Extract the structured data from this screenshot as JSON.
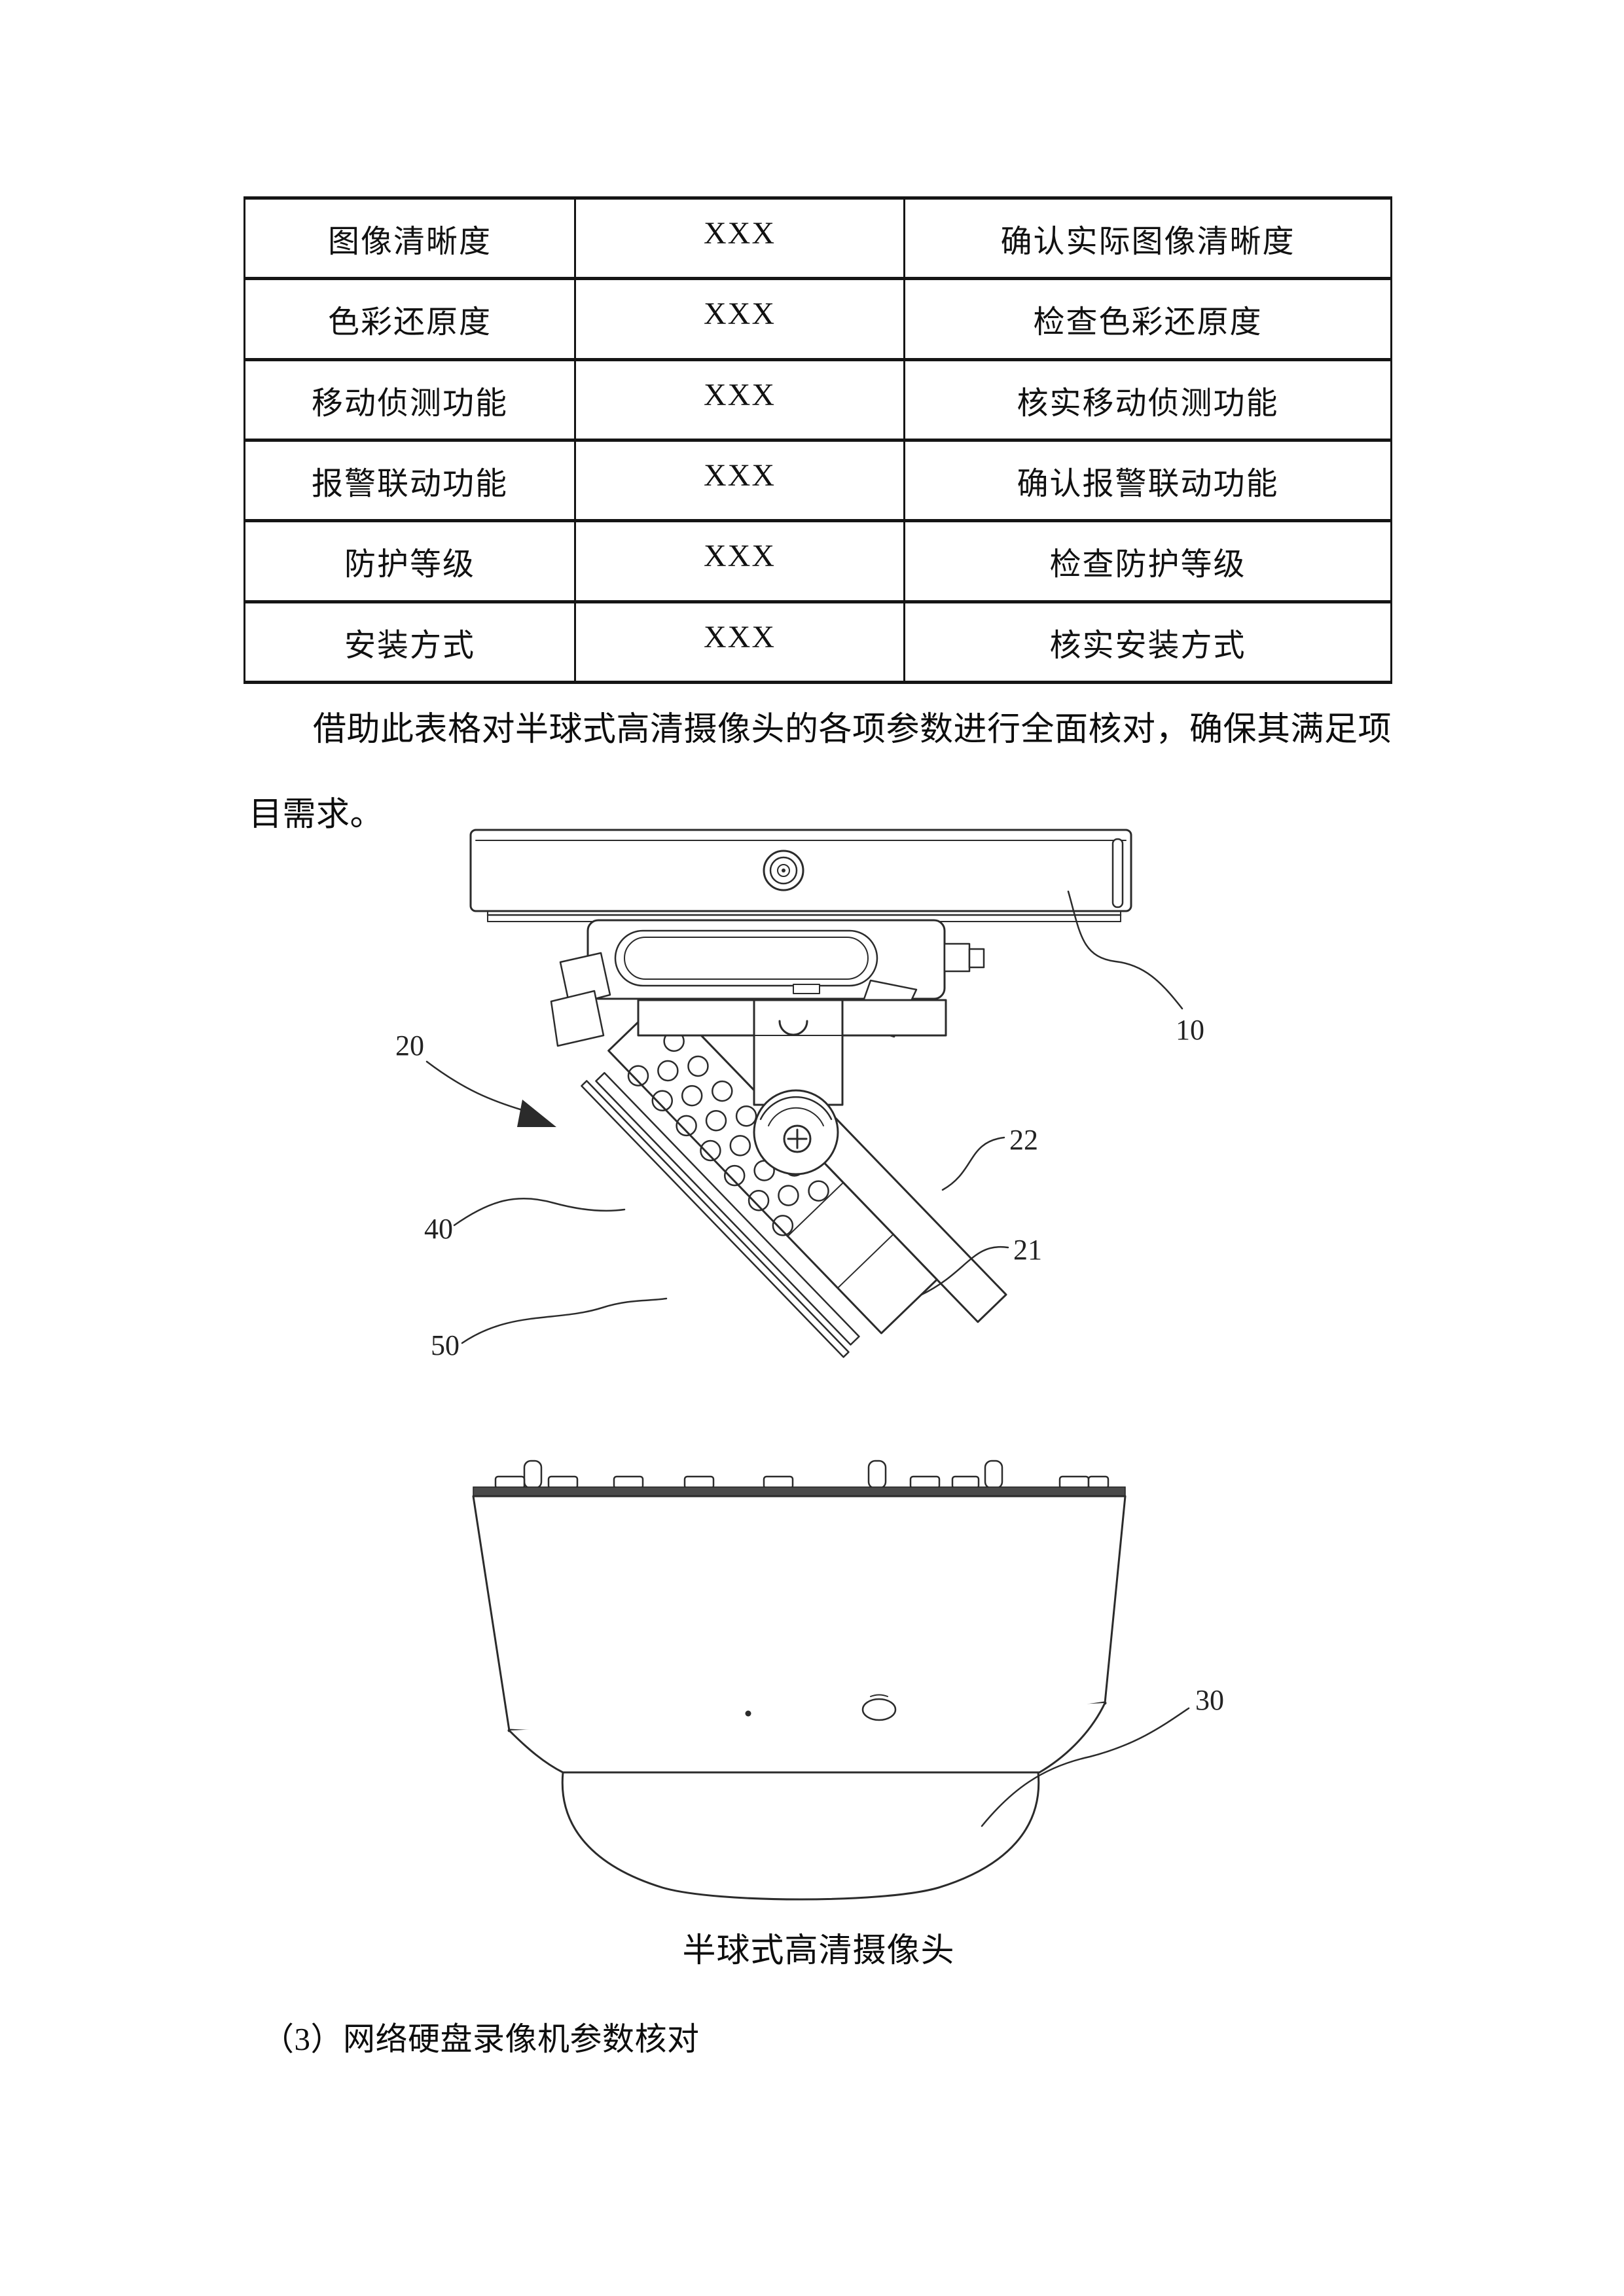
{
  "table": {
    "rows": [
      {
        "param": "图像清晰度",
        "value": "XXX",
        "check": "确认实际图像清晰度"
      },
      {
        "param": "色彩还原度",
        "value": "XXX",
        "check": "检查色彩还原度"
      },
      {
        "param": "移动侦测功能",
        "value": "XXX",
        "check": "核实移动侦测功能"
      },
      {
        "param": "报警联动功能",
        "value": "XXX",
        "check": "确认报警联动功能"
      },
      {
        "param": "防护等级",
        "value": "XXX",
        "check": "检查防护等级"
      },
      {
        "param": "安装方式",
        "value": "XXX",
        "check": "核实安装方式"
      }
    ]
  },
  "paragraph": {
    "lines": [
      "借助此表格对半球式高清摄像头的各项参数进行全面核对，确保其满足项",
      "目需求。"
    ]
  },
  "figure1": {
    "callouts": {
      "mount_plate": "10",
      "assembly": "20",
      "body_bottom": "21",
      "body_side": "22",
      "led_panel": "40",
      "cover_strip": "50"
    }
  },
  "figure2": {
    "callouts": {
      "dome": "30"
    }
  },
  "caption": "半球式高清摄像头",
  "section_heading": "（3）网络硬盘录像机参数核对",
  "colors": {
    "ink": "#0d0d0d",
    "line": "#2b2b2b",
    "strip_fill": "#4a4a4a"
  }
}
